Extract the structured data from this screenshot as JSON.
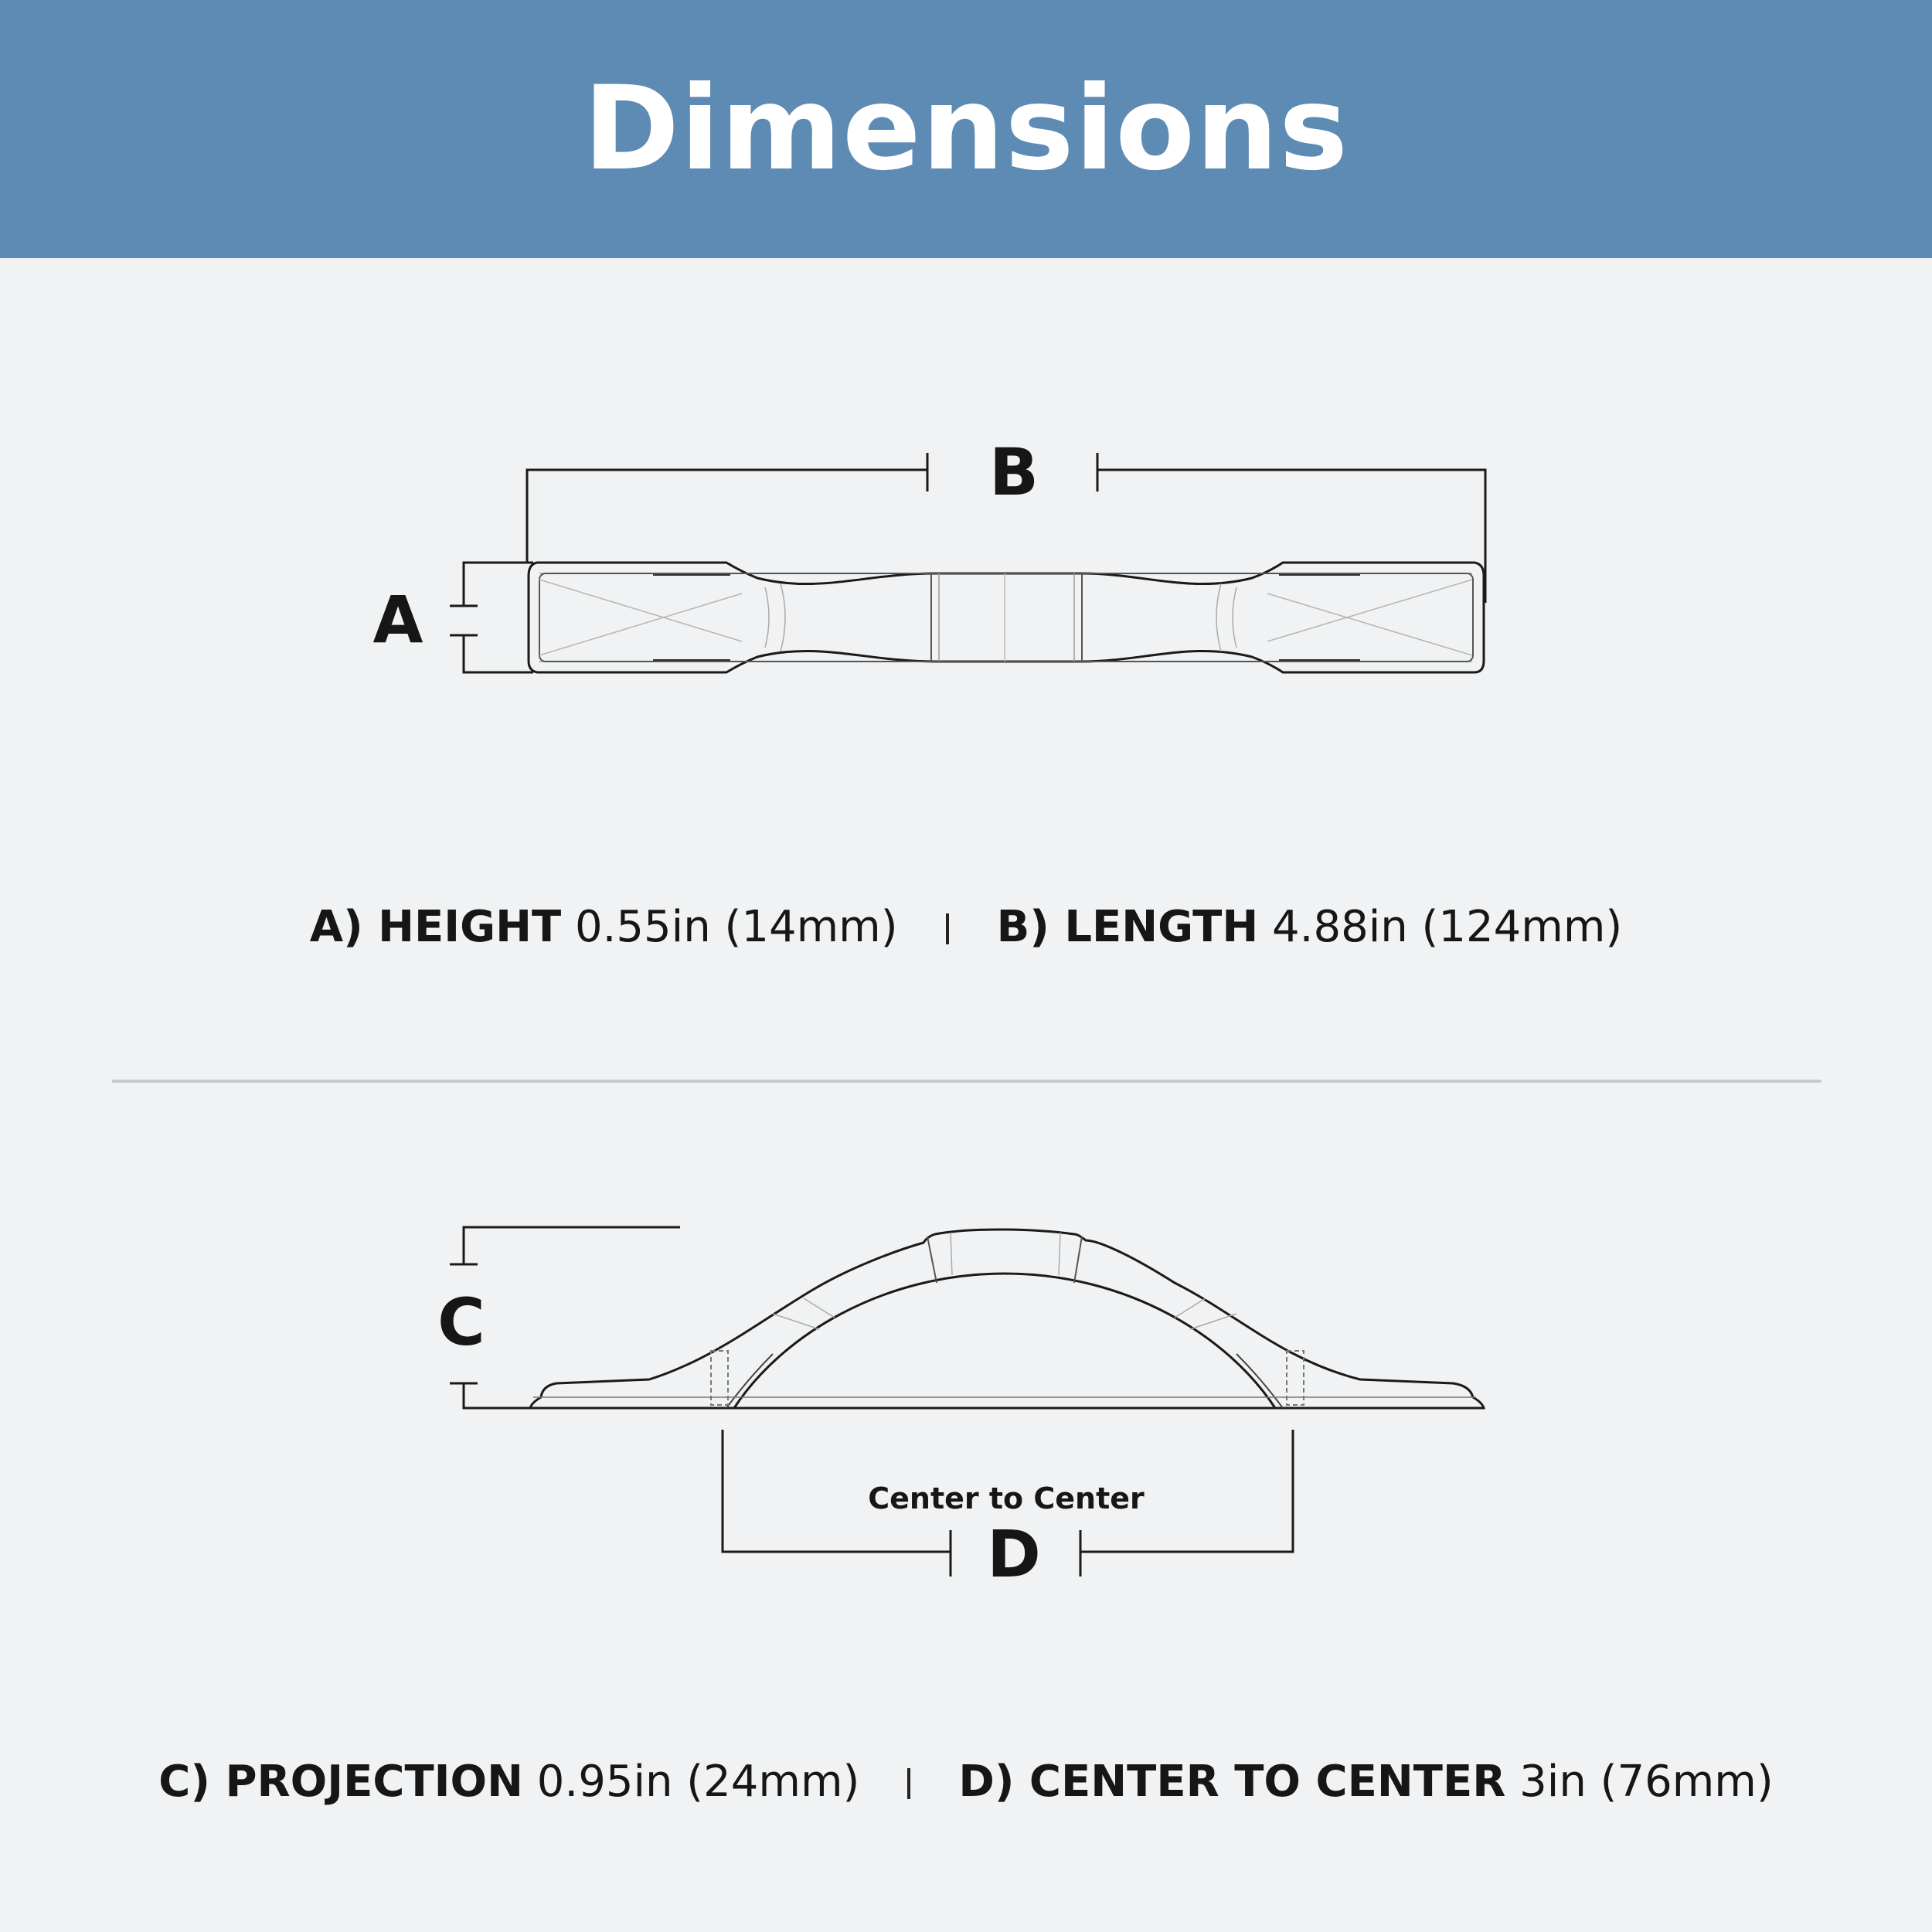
{
  "header": {
    "title": "Dimensions"
  },
  "top_view": {
    "label_a": "A",
    "label_b": "B"
  },
  "side_view": {
    "label_c": "C",
    "label_d": "D",
    "center_caption": "Center to Center"
  },
  "specs": {
    "a": {
      "key": "A) HEIGHT",
      "value": "0.55in (14mm)"
    },
    "b": {
      "key": "B) LENGTH",
      "value": "4.88in (124mm)"
    },
    "c": {
      "key": "C) PROJECTION",
      "value": "0.95in (24mm)"
    },
    "d": {
      "key": "D) CENTER TO CENTER",
      "value": "3in (76mm)"
    }
  },
  "colors": {
    "banner": "#5d8bb4",
    "background": "#f1f2f3",
    "ink": "#161616",
    "divider": "#c7c9cb"
  }
}
